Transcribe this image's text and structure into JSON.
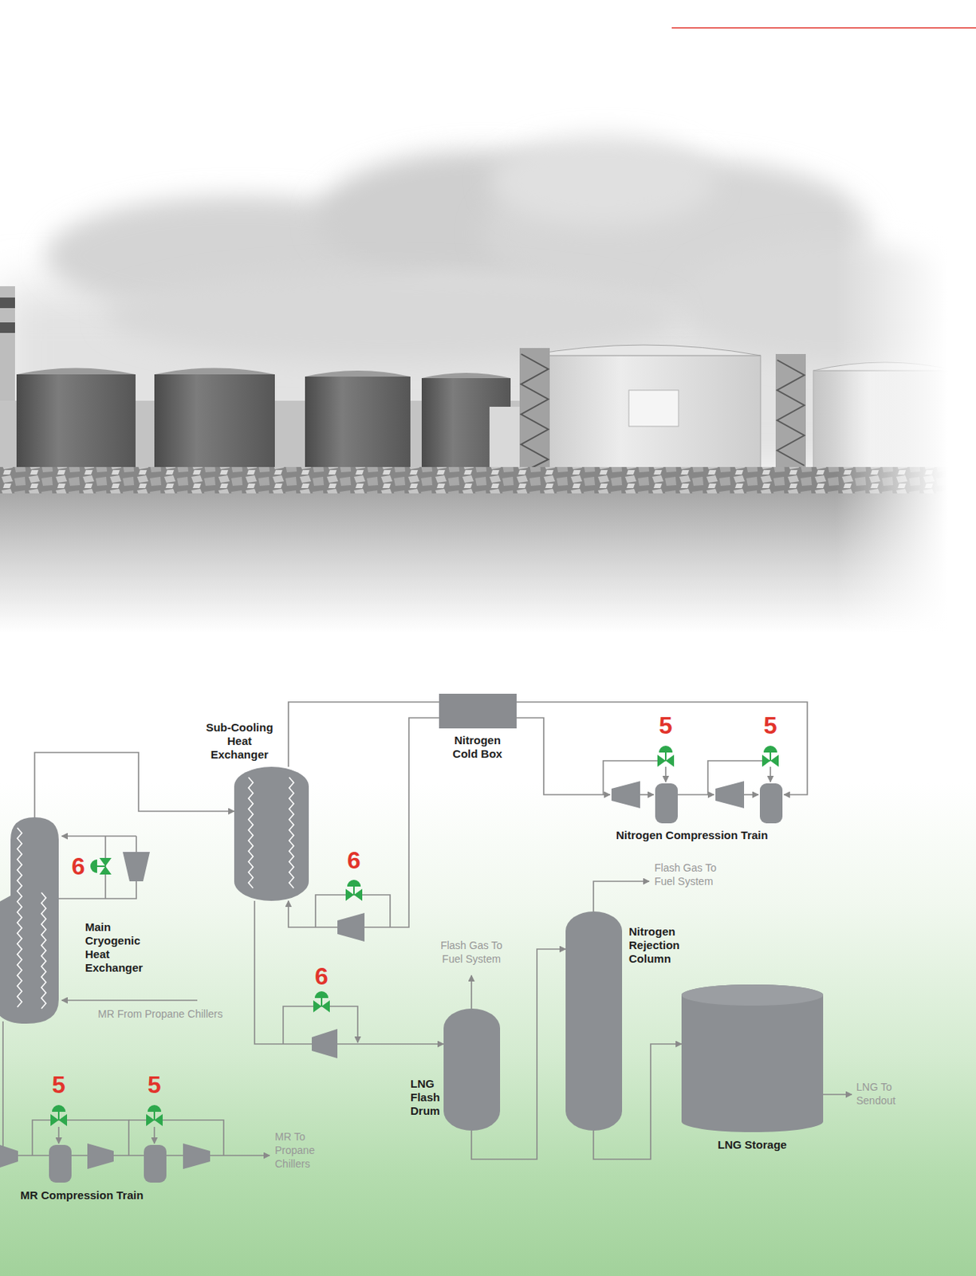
{
  "diagram": {
    "nodes": [
      {
        "text": [
          "Sub-Cooling Heat Exchanger"
        ]
      },
      {
        "text": [
          "Nitrogen Cold Box"
        ]
      },
      {
        "text": [
          "Main Cryogenic Heat Exchanger"
        ]
      },
      {
        "text": [
          "Nitrogen Rejection Column"
        ]
      },
      {
        "text": [
          "LNG Flash Drum"
        ]
      },
      {
        "text": [
          "LNG Storage"
        ]
      }
    ],
    "edges": [
      {
        "from": 2,
        "to": 0,
        "arrow": "to"
      },
      {
        "from": 0,
        "to": 1,
        "arrow": "none"
      },
      {
        "from": 1,
        "to": 0,
        "arrow": "to"
      },
      {
        "from": 0,
        "to": 4,
        "arrow": "to"
      },
      {
        "from": 4,
        "to": 3,
        "arrow": "to"
      },
      {
        "from": 3,
        "to": 5,
        "arrow": "to"
      }
    ],
    "labels": [
      "5",
      "5",
      "Nitrogen Compression Train",
      "6",
      "Flash Gas To Fuel System",
      "6",
      "Flash Gas To Fuel System",
      "6",
      "MR From Propane Chillers",
      "LNG To Sendout",
      "5",
      "5",
      "MR To Propane Chillers",
      "MR Compression Train"
    ]
  }
}
